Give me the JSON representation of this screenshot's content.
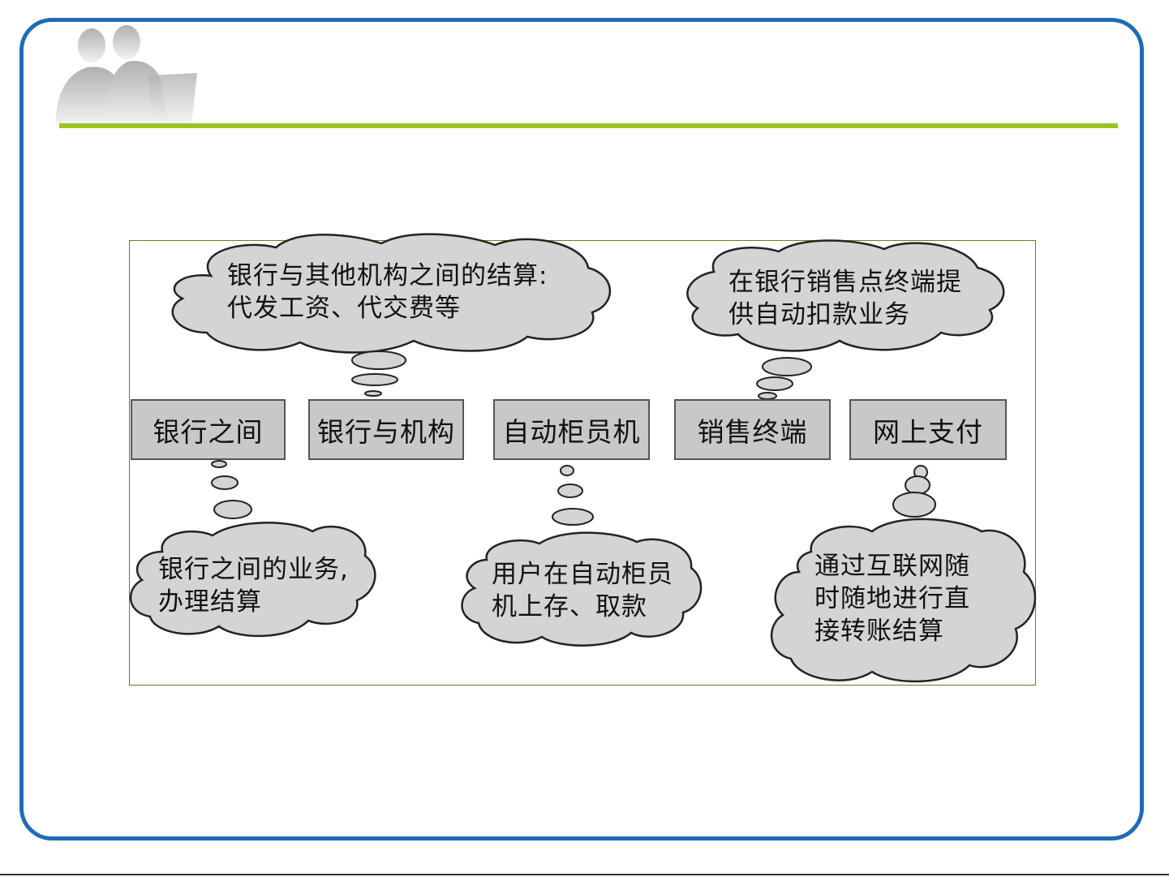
{
  "diagram": {
    "nodes": [
      {
        "id": "interbank",
        "label": "银行之间"
      },
      {
        "id": "bank-institution",
        "label": "银行与机构"
      },
      {
        "id": "atm",
        "label": "自动柜员机"
      },
      {
        "id": "pos",
        "label": "销售终端"
      },
      {
        "id": "online",
        "label": "网上支付"
      }
    ],
    "clouds": {
      "bank_institution": "银行与其他机构之间的结算:\n代发工资、代交费等",
      "pos": "在银行销售点终端提\n供自动扣款业务",
      "interbank": "银行之间的业务,\n办理结算",
      "atm": "用户在自动柜员\n机上存、取款",
      "online": "通过互联网随\n时随地进行直\n接转账结算"
    }
  },
  "colors": {
    "frame": "#1f6bb5",
    "accent_rule": "#9dc41e",
    "cloud_fill": "#d4d4d4",
    "node_fill": "#c8c8c8"
  }
}
